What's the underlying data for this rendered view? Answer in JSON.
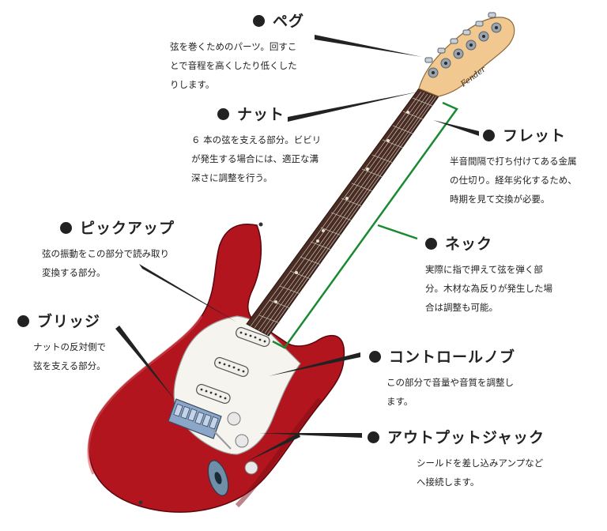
{
  "parts": [
    {
      "id": "peg",
      "title": "ペグ",
      "desc": [
        "弦を巻くためのパーツ。回すこ",
        "とで音程を高くしたり低くした",
        "りします。"
      ]
    },
    {
      "id": "nut",
      "title": "ナット",
      "desc": [
        "６ 本の弦を支える部分。ビビリ",
        "が発生する場合には、適正な溝",
        "深さに調整を行う。"
      ]
    },
    {
      "id": "fret",
      "title": "フレット",
      "desc": [
        "半音間隔で打ち付けてある金属",
        "の仕切り。経年劣化するため、",
        "時期を見て交換が必要。"
      ]
    },
    {
      "id": "pickup",
      "title": "ピックアップ",
      "desc": [
        "弦の振動をこの部分で読み取り",
        "変換する部分。"
      ]
    },
    {
      "id": "neck",
      "title": "ネック",
      "desc": [
        "実際に指で押えて弦を弾く部",
        "分。木材な為反りが発生した場",
        "合は調整も可能。"
      ]
    },
    {
      "id": "bridge",
      "title": "ブリッジ",
      "desc": [
        "ナットの反対側で",
        "弦を支える部分。"
      ]
    },
    {
      "id": "knob",
      "title": "コントロールノブ",
      "desc": [
        "この部分で音量や音質を調整し",
        "ます。"
      ]
    },
    {
      "id": "jack",
      "title": "アウトプットジャック",
      "desc": [
        "シールドを差し込みアンプなど",
        "へ接続します。"
      ]
    }
  ],
  "headstock_logo": "Fender",
  "colors": {
    "body": "#b3151f",
    "body_dark": "#7d0b12",
    "fretboard": "#4a2c22",
    "headstock": "#f0c890",
    "guard": "#f6f4ee",
    "bracket": "#1a8a32",
    "pointer": "#222222"
  }
}
